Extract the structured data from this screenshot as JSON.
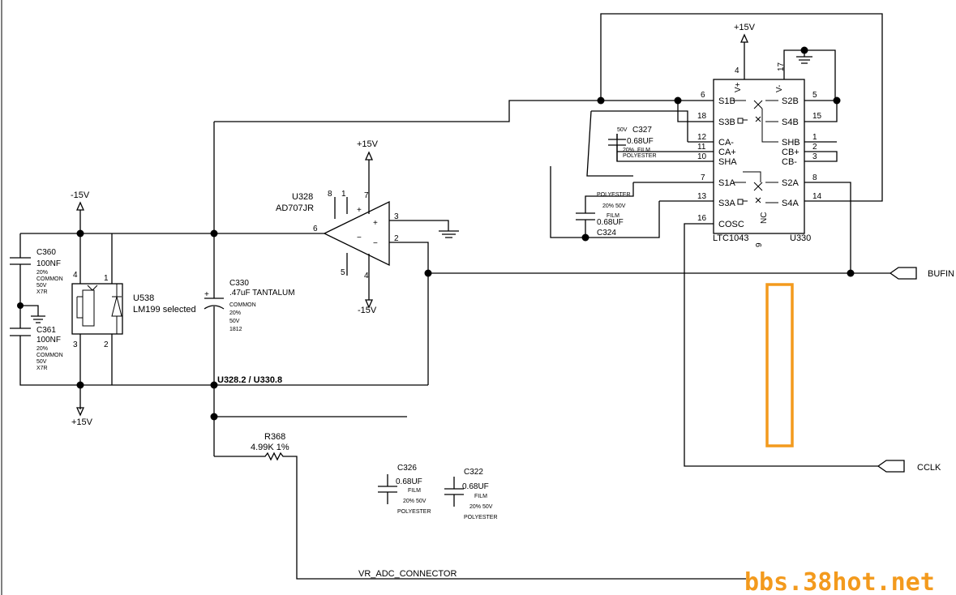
{
  "power": {
    "neg15_top": "-15V",
    "pos15_bottom": "+15V",
    "pos15_opamp": "+15V",
    "neg15_opamp": "-15V",
    "pos15_switch": "+15V"
  },
  "c360": {
    "ref": "C360",
    "value": "100NF",
    "tol": "20%",
    "type": "COMMON",
    "volt": "50V",
    "diel": "X7R"
  },
  "c361": {
    "ref": "C361",
    "value": "100NF",
    "tol": "20%",
    "type": "COMMON",
    "volt": "50V",
    "diel": "X7R"
  },
  "u538": {
    "ref": "U538",
    "part": "LM199 selected",
    "pin1": "1",
    "pin2": "2",
    "pin3": "3",
    "pin4": "4"
  },
  "c330": {
    "ref": "C330",
    "value": ".47uF TANTALUM",
    "type": "COMMON",
    "tol": "20%",
    "volt": "50V",
    "size": "1812"
  },
  "u328": {
    "ref": "U328",
    "part": "AD707JR",
    "pin1": "1",
    "pin2": "2",
    "pin3": "3",
    "pin4": "4",
    "pin5": "5",
    "pin6": "6",
    "pin7": "7",
    "pin8": "8",
    "plus_in": "+",
    "minus_in": "−",
    "plus_sup": "+",
    "minus_sup": "−"
  },
  "net_label": "U328.2 / U330.8",
  "r368": {
    "ref": "R368",
    "value": "4.99K 1%"
  },
  "connector": "VR_ADC_CONNECTOR",
  "c326": {
    "ref": "C326",
    "value": "0.68UF",
    "type": "FILM",
    "tol": "20% 50V",
    "diel": "POLYESTER"
  },
  "c322": {
    "ref": "C322",
    "value": "0.68UF",
    "type": "FILM",
    "tol": "20% 50V",
    "diel": "POLYESTER"
  },
  "c327": {
    "ref": "C327",
    "volt": "50V",
    "value": "0.68UF",
    "tol": "20%",
    "type": "FILM",
    "diel": "POLYESTER"
  },
  "c324": {
    "ref": "C324",
    "diel": "POLYESTER",
    "tol": "20% 50V",
    "type": "FILM",
    "value": "0.68UF"
  },
  "u330": {
    "ref": "U330",
    "part": "LTC1043",
    "v_plus": "V+",
    "v_minus": "V-",
    "nc": "NC",
    "s1b": "S1B",
    "s3b": "S3B",
    "ca_minus": "CA-",
    "ca_plus": "CA+",
    "sha": "SHA",
    "s1a": "S1A",
    "s3a": "S3A",
    "cosc": "COSC",
    "s2b": "S2B",
    "s4b": "S4B",
    "shb": "SHB",
    "cb_plus": "CB+",
    "cb_minus": "CB-",
    "s2a": "S2A",
    "s4a": "S4A",
    "p4": "4",
    "p17": "17",
    "p6": "6",
    "p18": "18",
    "p12": "12",
    "p11": "11",
    "p10": "10",
    "p7": "7",
    "p13": "13",
    "p16": "16",
    "p9": "9",
    "p5": "5",
    "p15": "15",
    "p1": "1",
    "p2": "2",
    "p3": "3",
    "p8": "8",
    "p14": "14"
  },
  "ports": {
    "bufin": "BUFIN",
    "cclk": "CCLK"
  },
  "watermark": "bbs.38hot.net",
  "colors": {
    "wire": "#000000",
    "highlight": "#f39a1d"
  }
}
